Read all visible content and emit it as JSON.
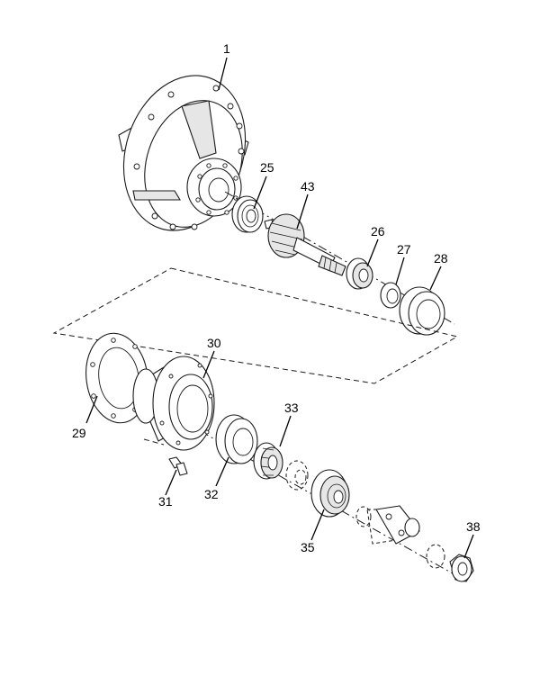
{
  "callouts": {
    "c1": "1",
    "c25": "25",
    "c43": "43",
    "c26": "26",
    "c27": "27",
    "c28": "28",
    "c30": "30",
    "c29": "29",
    "c33": "33",
    "c32": "32",
    "c31": "31",
    "c35": "35",
    "c38": "38"
  }
}
